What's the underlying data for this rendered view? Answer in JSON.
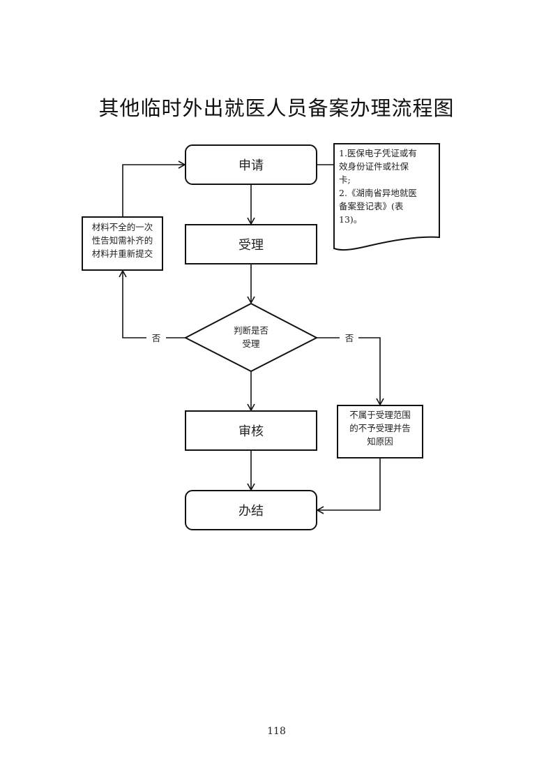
{
  "title": "其他临时外出就医人员备案办理流程图",
  "nodes": {
    "apply": "申请",
    "accept": "受理",
    "decision": [
      "判断是否",
      "受理"
    ],
    "review": "审核",
    "complete": "办结",
    "incomplete_materials": [
      "材料不全的一次",
      "性告知需补齐的",
      "材料并重新提交"
    ],
    "out_of_scope": [
      "不属于受理范围",
      "的不予受理并告",
      "知原因"
    ]
  },
  "document": {
    "lines": [
      "1.医保电子凭证或有",
      "效身份证件或社保",
      "卡;",
      "2.《湖南省异地就医",
      "备案登记表》(表",
      "13)。"
    ]
  },
  "edge_labels": {
    "no_left": "否",
    "no_right": "否"
  },
  "page_number": "118"
}
